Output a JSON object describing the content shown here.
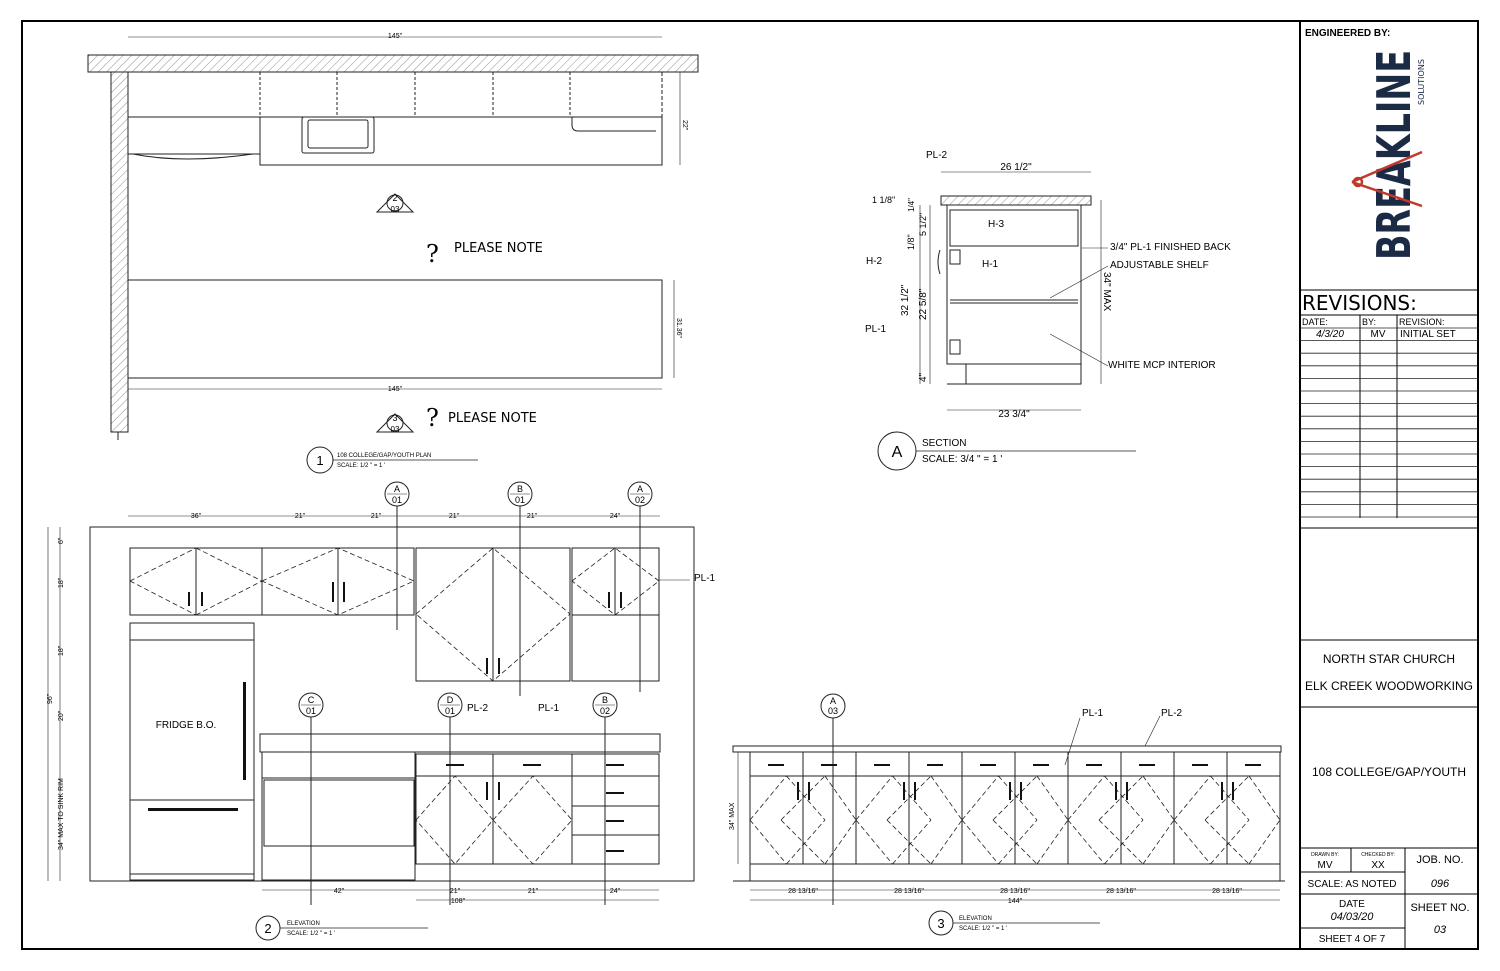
{
  "title_block": {
    "engineered_by": "ENGINEERED BY:",
    "logo_text": "BREAKLINE",
    "logo_sub": "SOLUTIONS",
    "revisions_title": "REVISIONS:",
    "rev_headers": [
      "DATE:",
      "BY:",
      "REVISION:"
    ],
    "rev_rows": [
      [
        "4/3/20",
        "MV",
        "INITIAL SET"
      ]
    ],
    "client": "NORTH STAR CHURCH",
    "contractor": "ELK CREEK WOODWORKING",
    "project": "108 COLLEGE/GAP/YOUTH",
    "drawn_by_label": "DRAWN BY:",
    "drawn_by": "MV",
    "checked_by_label": "CHECKED BY:",
    "checked_by": "XX",
    "job_no_label": "JOB. NO.",
    "job_no": "096",
    "scale": "SCALE: AS NOTED",
    "date_label": "DATE",
    "date": "04/03/20",
    "sheet_no_label": "SHEET NO.",
    "sheet_no": "03",
    "sheet_of": "SHEET 4 OF 7"
  },
  "plan": {
    "dim_top": "145\"",
    "dim_bottom": "145\"",
    "dim_right_upper": "22\"",
    "dim_right_lower": "31.36\"",
    "note1": "PLEASE NOTE",
    "note2": "PLEASE NOTE",
    "callout_a": [
      "2",
      "03"
    ],
    "callout_b": [
      "3",
      "03"
    ],
    "view_num": "1",
    "view_title": "108 COLLEGE/GAP/YOUTH  PLAN",
    "view_scale": "SCALE: 1/2 \" = 1 '"
  },
  "section": {
    "view_letter": "A",
    "view_title": "SECTION",
    "view_scale": "SCALE: 3/4 \" = 1 '",
    "labels": {
      "pl2": "PL-2",
      "width": "26 1/2\"",
      "top_thk": "1 1/8\"",
      "d_quarter": "1/4\"",
      "d_5half": "5 1/2\"",
      "d_18th": "1/8\"",
      "h3": "H-3",
      "h2": "H-2",
      "h1": "H-1",
      "pl1": "PL-1",
      "back": "3/4\" PL-1 FINISHED BACK",
      "shelf": "ADJUSTABLE SHELF",
      "max": "34\" MAX",
      "h32": "32 1/2\"",
      "h22": "22 5/8\"",
      "toe": "4\"",
      "interior": "WHITE MCP INTERIOR",
      "depth": "23 3/4\""
    }
  },
  "elevation2": {
    "view_num": "2",
    "view_title": "ELEVATION",
    "view_scale": "SCALE: 1/2 \" = 1 '",
    "top_dims": [
      "36\"",
      "21\"",
      "21\"",
      "21\"",
      "21\"",
      "24\""
    ],
    "left_dims": [
      "6\"",
      "18\"",
      "18\"",
      "20\"",
      "34\" MAX TO SINK RIM"
    ],
    "overall_h": "96\"",
    "bottom_dims": [
      "42\"",
      "21\"",
      "21\"",
      "24\""
    ],
    "bottom_total": "108\"",
    "fridge": "FRIDGE B.O.",
    "pl1": "PL-1",
    "pl1b": "PL-1",
    "pl2": "PL-2",
    "callouts": [
      [
        "A",
        "01"
      ],
      [
        "B",
        "01"
      ],
      [
        "A",
        "02"
      ],
      [
        "C",
        "01"
      ],
      [
        "D",
        "01"
      ],
      [
        "B",
        "02"
      ]
    ]
  },
  "elevation3": {
    "view_num": "3",
    "view_title": "ELEVATION",
    "view_scale": "SCALE: 1/2 \" = 1 '",
    "pl1": "PL-1",
    "pl2": "PL-2",
    "height": "34\" MAX",
    "dims": [
      "28 13/16\"",
      "28 13/16\"",
      "28 13/16\"",
      "28 13/16\"",
      "28 13/16\""
    ],
    "total": "144\"",
    "callout": [
      "A",
      "03"
    ]
  }
}
